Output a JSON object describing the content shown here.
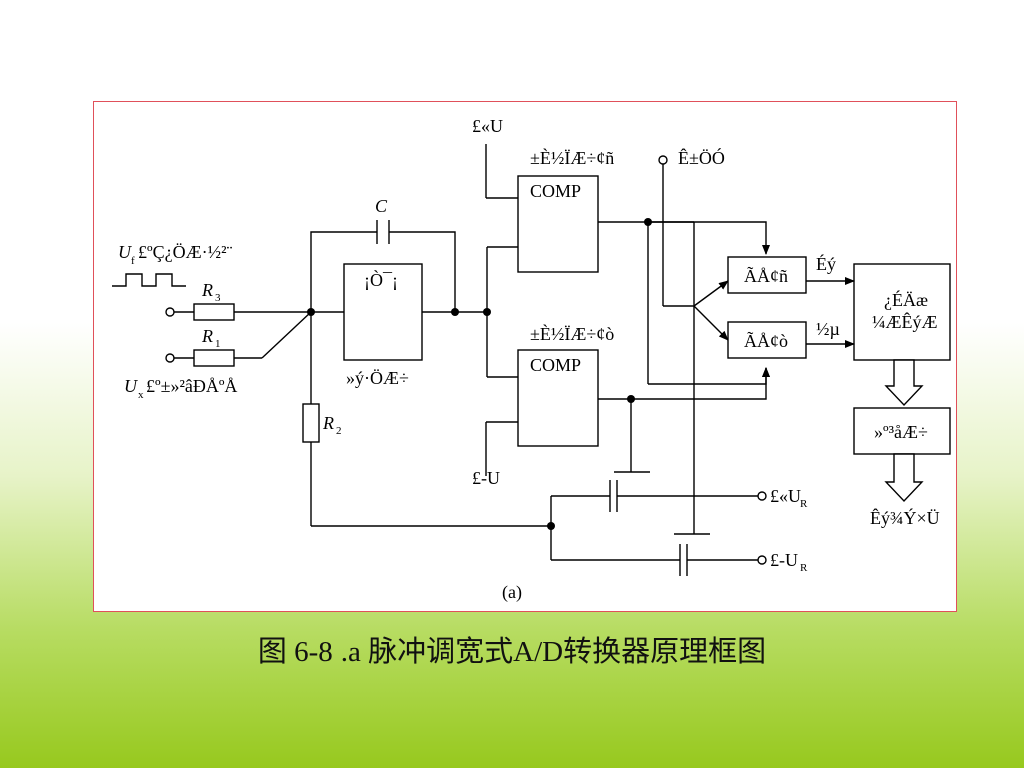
{
  "diagram": {
    "labels": {
      "top_supply": "£«U",
      "bottom_supply": "£-U",
      "cap": "C",
      "integrator_top": "¡Ò¯¡",
      "integrator_bottom": "»ý·ÖÆ÷",
      "comp1_label": "±È½ÏÆ÷¢ñ",
      "comp2_label": "±È½ÏÆ÷¢ò",
      "comp_text": "COMP",
      "clock_label": "Ê±ÖÓ",
      "gate1": "ÃÅ¢ñ",
      "gate2": "ÃÅ¢ò",
      "count_pos": "Éý",
      "count_neg": "½µ",
      "counter_line1": "¿ÉÄæ",
      "counter_line2": "¼ÆÊýÆ",
      "decoder": "»º³åÆ÷",
      "display": "Êý¾Ý×Ü",
      "uf": "U",
      "uf_sub": "f",
      "uf_text": "£ºÇ¿ÖÆ·½²¨",
      "ux": "U",
      "ux_sub": "x",
      "ux_text": "£º±»²âÐÅºÅ",
      "r3": "R",
      "r3_sub": "3",
      "r1": "R",
      "r1_sub": "1",
      "r2": "R",
      "r2_sub": "2",
      "pos_ref": "£«U",
      "pos_ref_sub": "R",
      "neg_ref": "£-U",
      "neg_ref_sub": "R",
      "sub_caption": "(a)"
    }
  },
  "caption": {
    "fig_no": "图 6-8",
    "title": ".a 脉冲调宽式A/D转换器原理框图"
  }
}
